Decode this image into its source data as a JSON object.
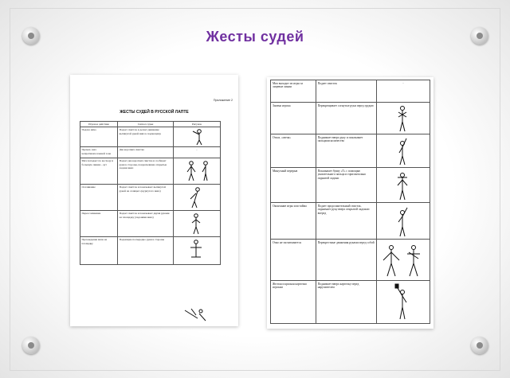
{
  "slide": {
    "title": "Жесты судей",
    "accent_color": "#7030a0"
  },
  "doc_left": {
    "appendix": "Приложение 2",
    "title": "ЖЕСТЫ СУДЕЙ В РУССКОЙ ЛАПТЕ",
    "headers": [
      "Игровое действие",
      "Сигнал судьи",
      "Рисунок"
    ],
    "rows": [
      {
        "action": "Подача мяча",
        "signal": "Подает свисток и делает движение вытянутой рукой вниз к подающему"
      },
      {
        "action": "Промах, мяч непротивоположной зоне",
        "signal": "Два коротких свистка",
        "mark": "-"
      },
      {
        "action": "Мяч попадает по восходу и большую линию - аут",
        "signal": "Подает два коротких свистка и сообщает руки в стороны, покрасневшие открытые ладони вниз"
      },
      {
        "action": "Осаливание",
        "signal": "Подает свисток и показывает вытянутой рукой на салящего (курпутого вниз)"
      },
      {
        "action": "Переосаливание",
        "signal": "Подает свисток и показывает двумя руками на площадку (ладонями вниз)"
      },
      {
        "action": "Прохождение мяча на площадку",
        "signal": "Подающие поочередно руки в стороны"
      }
    ]
  },
  "doc_right": {
    "rows": [
      {
        "c1": "Мяч выходит из игры за лицевые линии",
        "c2": "Подает свисток",
        "c3": "-"
      },
      {
        "c1": "Замена игрока",
        "c2": "Перекрещивает согнутые руки перед грудью"
      },
      {
        "c1": "Отказ, «свеча»",
        "c2": "Поднимает вверх руку и показывает пальцами количество"
      },
      {
        "c1": "Минутный перерыв",
        "c2": "Показывает букву «Т» с помощью указательного пальца и горизонтально поднятой ладони"
      },
      {
        "c1": "Окончание игры или тайма",
        "c2": "Подает продолжительный свисток, поднимает руку вверх открытой ладонью вперед"
      },
      {
        "c1": "Очко не засчитывается",
        "c2": "Перекрестные движения руками перед собой"
      },
      {
        "c1": "Желтая и красная карточки игрокам",
        "c2": "Поднимает вверх карточку перед нарушителем"
      }
    ]
  }
}
